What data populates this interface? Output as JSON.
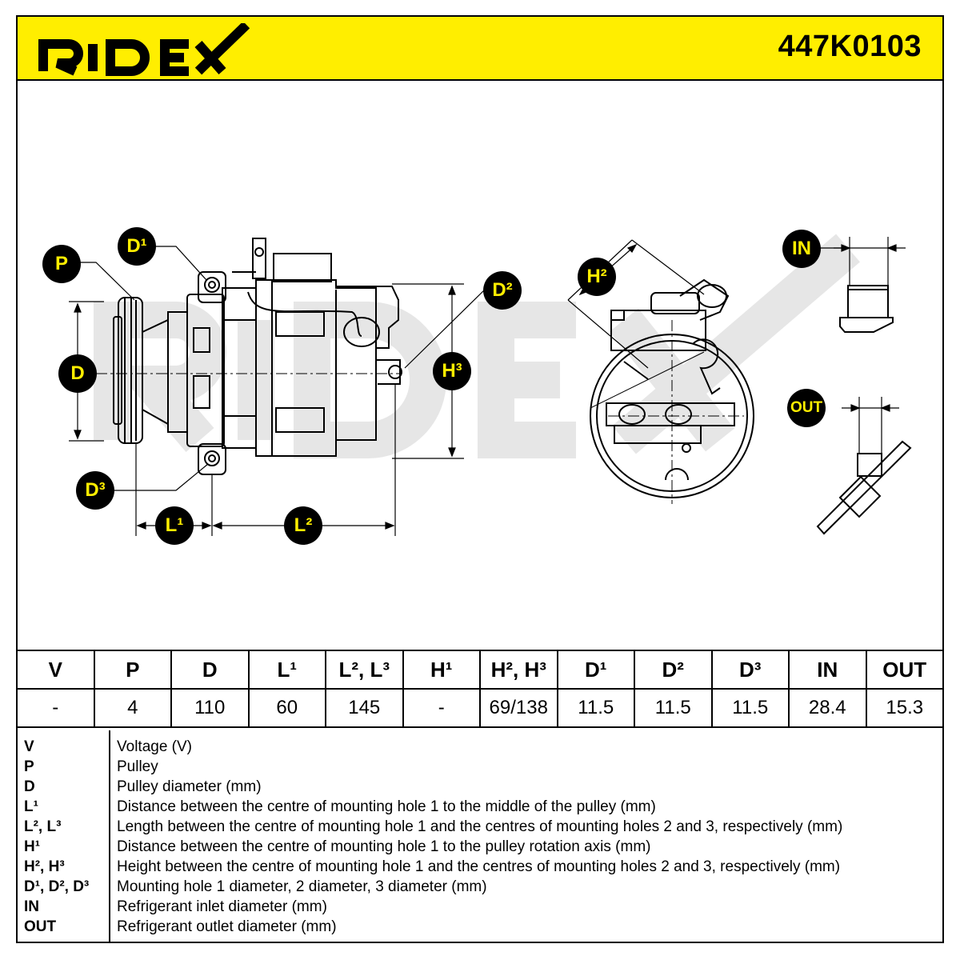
{
  "header": {
    "brand": "RIDEX",
    "part_number": "447K0103",
    "background_color": "#ffee00"
  },
  "diagram": {
    "watermark": "RIDEX",
    "labels": {
      "P": "P",
      "D1": "D¹",
      "D": "D",
      "D3": "D³",
      "L1": "L¹",
      "L2": "L²",
      "D2": "D²",
      "H3": "H³",
      "H2": "H²",
      "IN": "IN",
      "OUT": "OUT"
    }
  },
  "specs": {
    "headers": [
      "V",
      "P",
      "D",
      "L¹",
      "L², L³",
      "H¹",
      "H², H³",
      "D¹",
      "D²",
      "D³",
      "IN",
      "OUT"
    ],
    "values": [
      "-",
      "4",
      "110",
      "60",
      "145",
      "-",
      "69/138",
      "11.5",
      "11.5",
      "11.5",
      "28.4",
      "15.3"
    ]
  },
  "legend": [
    {
      "key": "V",
      "desc": "Voltage (V)"
    },
    {
      "key": "P",
      "desc": "Pulley"
    },
    {
      "key": "D",
      "desc": "Pulley diameter (mm)"
    },
    {
      "key": "L¹",
      "desc": "Distance between the centre of mounting hole 1 to the middle of the pulley (mm)"
    },
    {
      "key": "L², L³",
      "desc": "Length between the centre of mounting hole 1 and the centres of mounting holes 2 and 3, respectively (mm)"
    },
    {
      "key": "H¹",
      "desc": "Distance between the centre of mounting hole 1 to the pulley rotation axis (mm)"
    },
    {
      "key": "H², H³",
      "desc": "Height between the centre of mounting hole 1 and the centres of mounting holes 2 and 3, respectively (mm)"
    },
    {
      "key": "D¹, D², D³",
      "desc": "Mounting hole 1 diameter, 2 diameter, 3 diameter (mm)"
    },
    {
      "key": "IN",
      "desc": "Refrigerant inlet diameter (mm)"
    },
    {
      "key": "OUT",
      "desc": "Refrigerant outlet diameter (mm)"
    }
  ]
}
